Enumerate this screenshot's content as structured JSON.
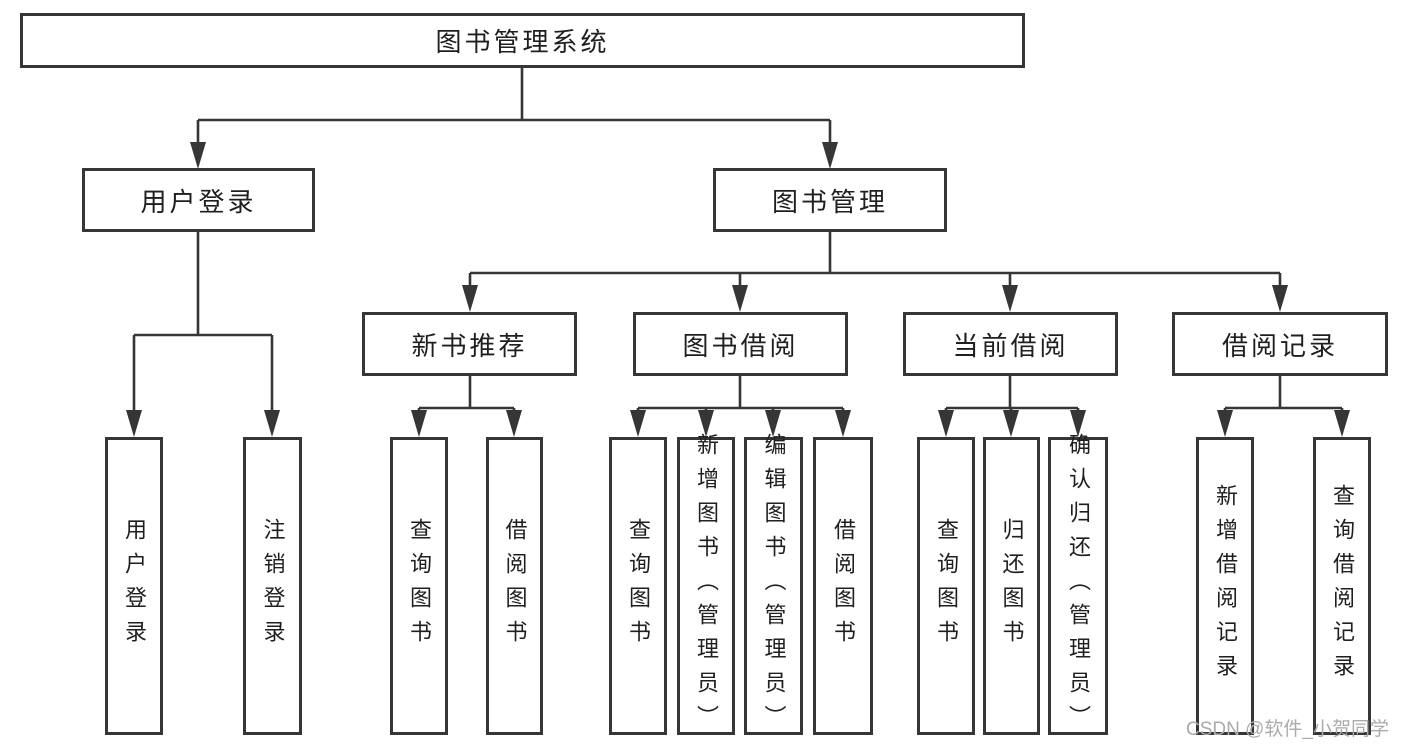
{
  "diagram": {
    "title": "图书管理系统",
    "root": {
      "label": "图书管理系统"
    },
    "level2": [
      {
        "id": "user-login",
        "label": "用户登录"
      },
      {
        "id": "book-management",
        "label": "图书管理"
      }
    ],
    "level3": [
      {
        "id": "new-book-recommend",
        "label": "新书推荐",
        "parent": "图书管理"
      },
      {
        "id": "book-borrowing",
        "label": "图书借阅",
        "parent": "图书管理"
      },
      {
        "id": "current-borrowing",
        "label": "当前借阅",
        "parent": "图书管理"
      },
      {
        "id": "borrowing-records",
        "label": "借阅记录",
        "parent": "图书管理"
      }
    ],
    "leaves": [
      {
        "id": "user-login-action",
        "label": "用户登录",
        "parent": "用户登录"
      },
      {
        "id": "logout-action",
        "label": "注销登录",
        "parent": "用户登录"
      },
      {
        "id": "nb-query-books",
        "label": "查询图书",
        "parent": "新书推荐"
      },
      {
        "id": "nb-borrow-books",
        "label": "借阅图书",
        "parent": "新书推荐"
      },
      {
        "id": "bb-query-books",
        "label": "查询图书",
        "parent": "图书借阅"
      },
      {
        "id": "bb-add-books-admin",
        "label": "新增图书（管理员）",
        "parent": "图书借阅"
      },
      {
        "id": "bb-edit-books-admin",
        "label": "编辑图书（管理员）",
        "parent": "图书借阅"
      },
      {
        "id": "bb-borrow-books",
        "label": "借阅图书",
        "parent": "图书借阅"
      },
      {
        "id": "cb-query-books",
        "label": "查询图书",
        "parent": "当前借阅"
      },
      {
        "id": "cb-return-books",
        "label": "归还图书",
        "parent": "当前借阅"
      },
      {
        "id": "cb-confirm-return-admin",
        "label": "确认归还（管理员）",
        "parent": "当前借阅"
      },
      {
        "id": "br-add-record",
        "label": "新增借阅记录",
        "parent": "借阅记录"
      },
      {
        "id": "br-query-record",
        "label": "查询借阅记录",
        "parent": "借阅记录"
      }
    ],
    "watermark": "CSDN @软件_小贺同学",
    "colors": {
      "line": "#363636",
      "box_border": "#363636",
      "box_fill": "#ffffff",
      "text": "#1f1f1f",
      "watermark": "#ababab",
      "background": "#ffffff"
    }
  }
}
